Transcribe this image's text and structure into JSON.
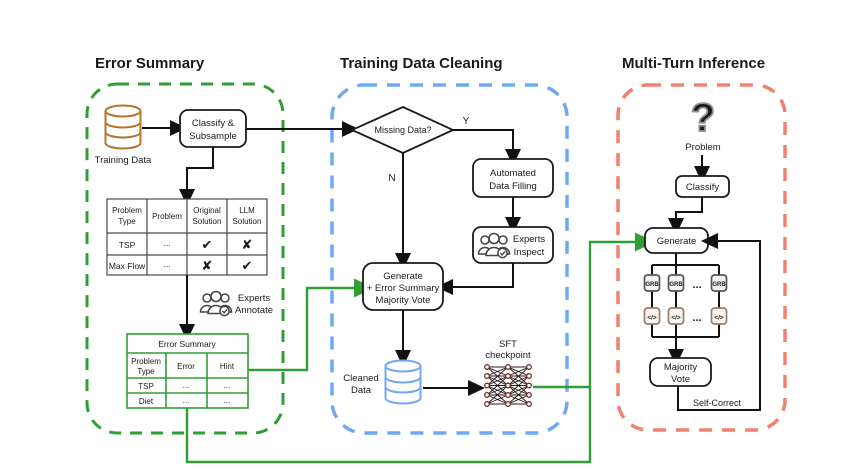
{
  "colors": {
    "green": "#2f9e33",
    "blue_title": "#4a86e8",
    "blue_border": "#6fa8f5",
    "red_title": "#ef5a50",
    "red_border": "#f0806f",
    "db_orange": "#b5752e",
    "db_blue": "#6fa8f5",
    "check_green": "#3a9e3a",
    "cross_red": "#d63426",
    "nn_node": "#7b2d26"
  },
  "icons": {
    "check": "✔",
    "cross": "✘",
    "question_mark": "?"
  },
  "error_summary": {
    "title": "Error Summary",
    "training_data_label": "Training Data",
    "classify_subsample": [
      "Classify &",
      "Subsample"
    ],
    "review_table": {
      "headers": [
        [
          "Problem",
          "Type"
        ],
        [
          "Problem"
        ],
        [
          "Original",
          "Solution"
        ],
        [
          "LLM",
          "Solution"
        ]
      ],
      "rows": [
        {
          "problem_type": "TSP",
          "problem": "...",
          "original_solution": "check",
          "llm_solution": "cross"
        },
        {
          "problem_type": "Max Flow",
          "problem": "...",
          "original_solution": "cross",
          "llm_solution": "check"
        }
      ]
    },
    "experts_annotate": [
      "Experts",
      "Annotate"
    ],
    "summary_table": {
      "title": "Error Summary",
      "headers": [
        [
          "Problem",
          "Type"
        ],
        [
          "Error"
        ],
        [
          "Hint"
        ]
      ],
      "rows": [
        [
          "TSP",
          "...",
          "..."
        ],
        [
          "Diet",
          "...",
          "..."
        ]
      ]
    }
  },
  "cleaning": {
    "title": "Training Data Cleaning",
    "missing_data": "Missing Data?",
    "yes": "Y",
    "no": "N",
    "automated_filling": [
      "Automated",
      "Data Filling"
    ],
    "experts_inspect": [
      "Experts",
      "Inspect"
    ],
    "generate": [
      "Generate",
      "+ Error Summary",
      "Majority Vote"
    ],
    "cleaned_data": [
      "Cleaned",
      "Data"
    ],
    "sft": [
      "SFT",
      "checkpoint"
    ]
  },
  "inference": {
    "title": "Multi-Turn Inference",
    "problem": "Problem",
    "classify": "Classify",
    "generate": "Generate",
    "solver": "GRB",
    "code": "</>",
    "dots": "...",
    "majority_vote": [
      "Majority",
      "Vote"
    ],
    "self_correct": "Self-Correct"
  }
}
